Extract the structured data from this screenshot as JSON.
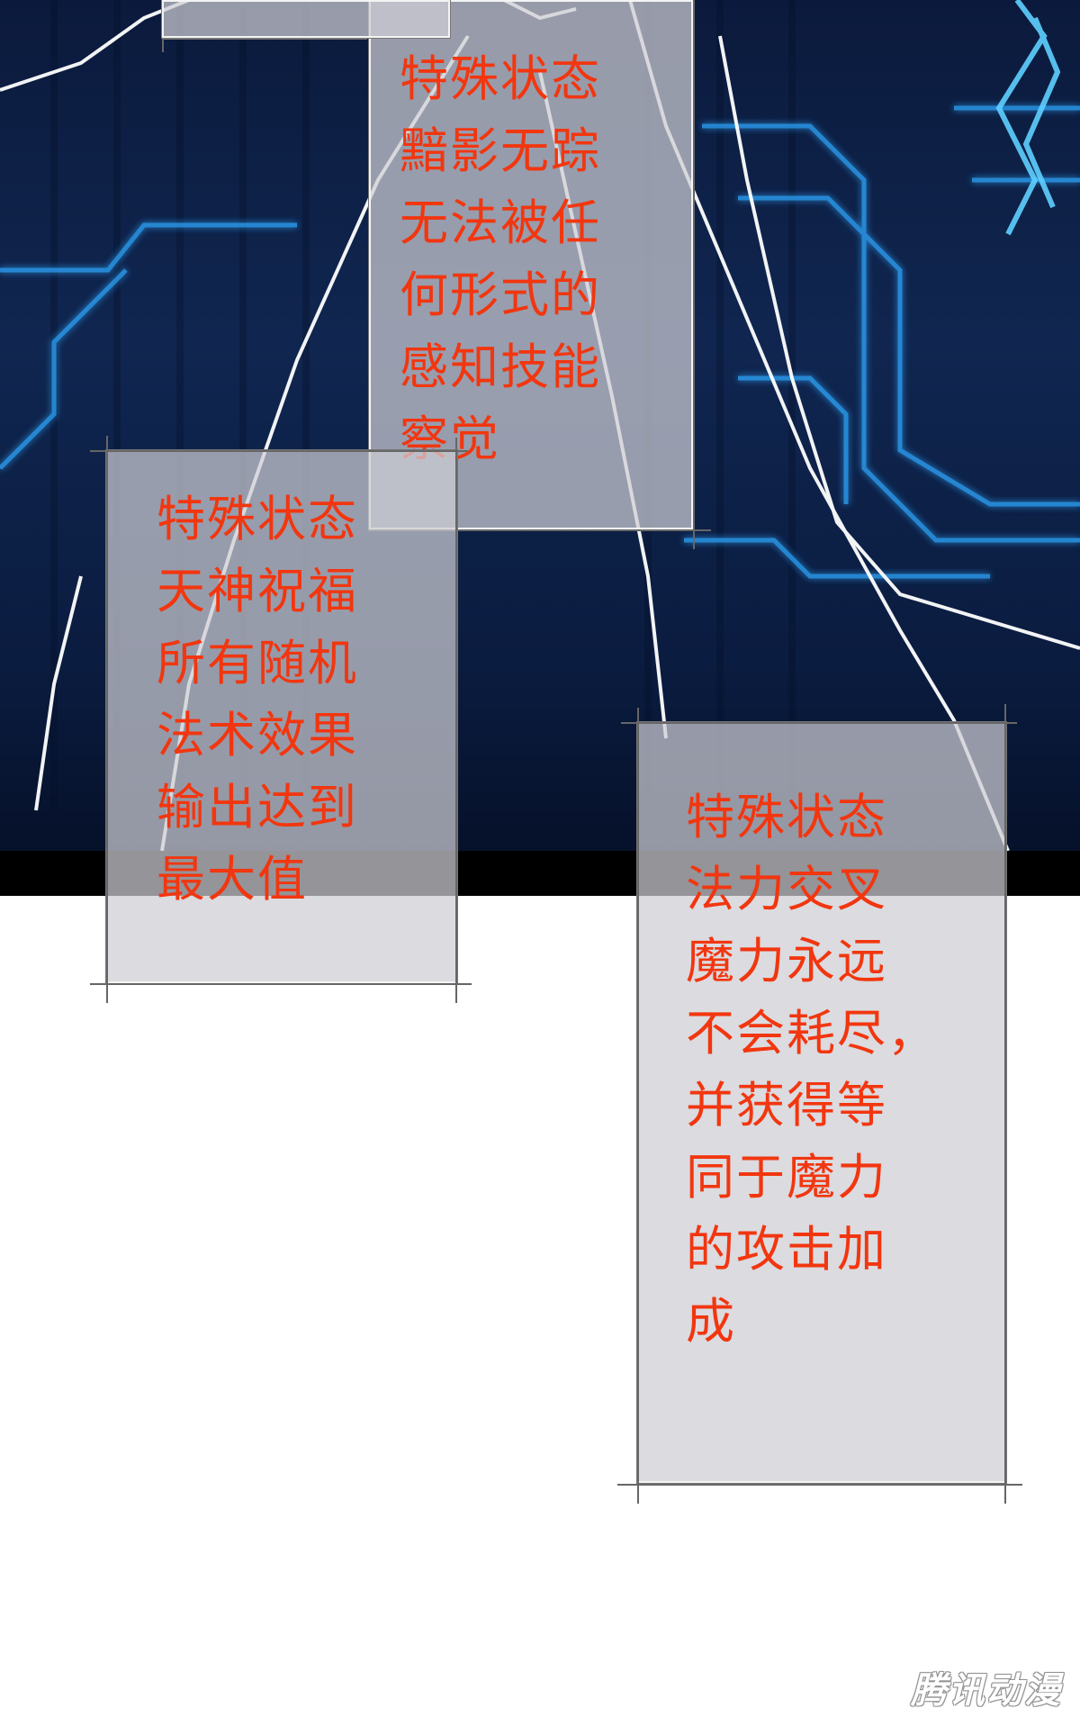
{
  "panels": [
    {
      "id": "top-center",
      "lines": "特殊状态\n黯影无踪\n无法被任\n何形式的\n感知技能\n察觉"
    },
    {
      "id": "left",
      "lines": "特殊状态\n天神祝福\n所有随机\n法术效果\n输出达到\n最大值"
    },
    {
      "id": "right",
      "lines": "特殊状态\n法力交叉\n魔力永远\n不会耗尽，\n并获得等\n同于魔力\n的攻击加\n成"
    }
  ],
  "watermark": "腾讯动漫",
  "colors": {
    "caption": "#f2360f",
    "scene": "#102650",
    "circuit": "#2ea8ff"
  }
}
